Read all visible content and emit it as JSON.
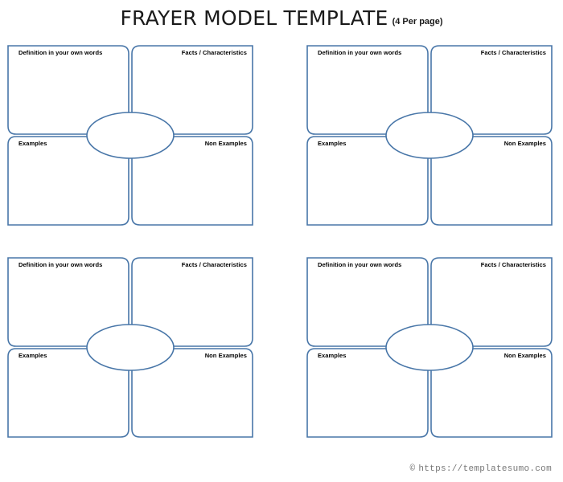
{
  "title": {
    "main": "FRAYER MODEL TEMPLATE",
    "subtitle": "(4 Per page)"
  },
  "labels": {
    "definition": "Definition in your own words",
    "facts": "Facts / Characteristics",
    "examples": "Examples",
    "non_examples": "Non Examples"
  },
  "models": [
    {
      "id": "frayer-model-1",
      "position": "top-left"
    },
    {
      "id": "frayer-model-2",
      "position": "top-right"
    },
    {
      "id": "frayer-model-3",
      "position": "bottom-left"
    },
    {
      "id": "frayer-model-4",
      "position": "bottom-right"
    }
  ],
  "center_oval": {
    "fill": "#ffffff",
    "stroke": "#4876a8",
    "text": ""
  },
  "colors": {
    "line": "#4876a8",
    "label_text": "#000000",
    "title_text": "#1a1a1a",
    "footer_text": "#777777",
    "background": "#ffffff"
  },
  "footer": {
    "copyright_mark": "©",
    "url": "https://templatesumo.com"
  }
}
